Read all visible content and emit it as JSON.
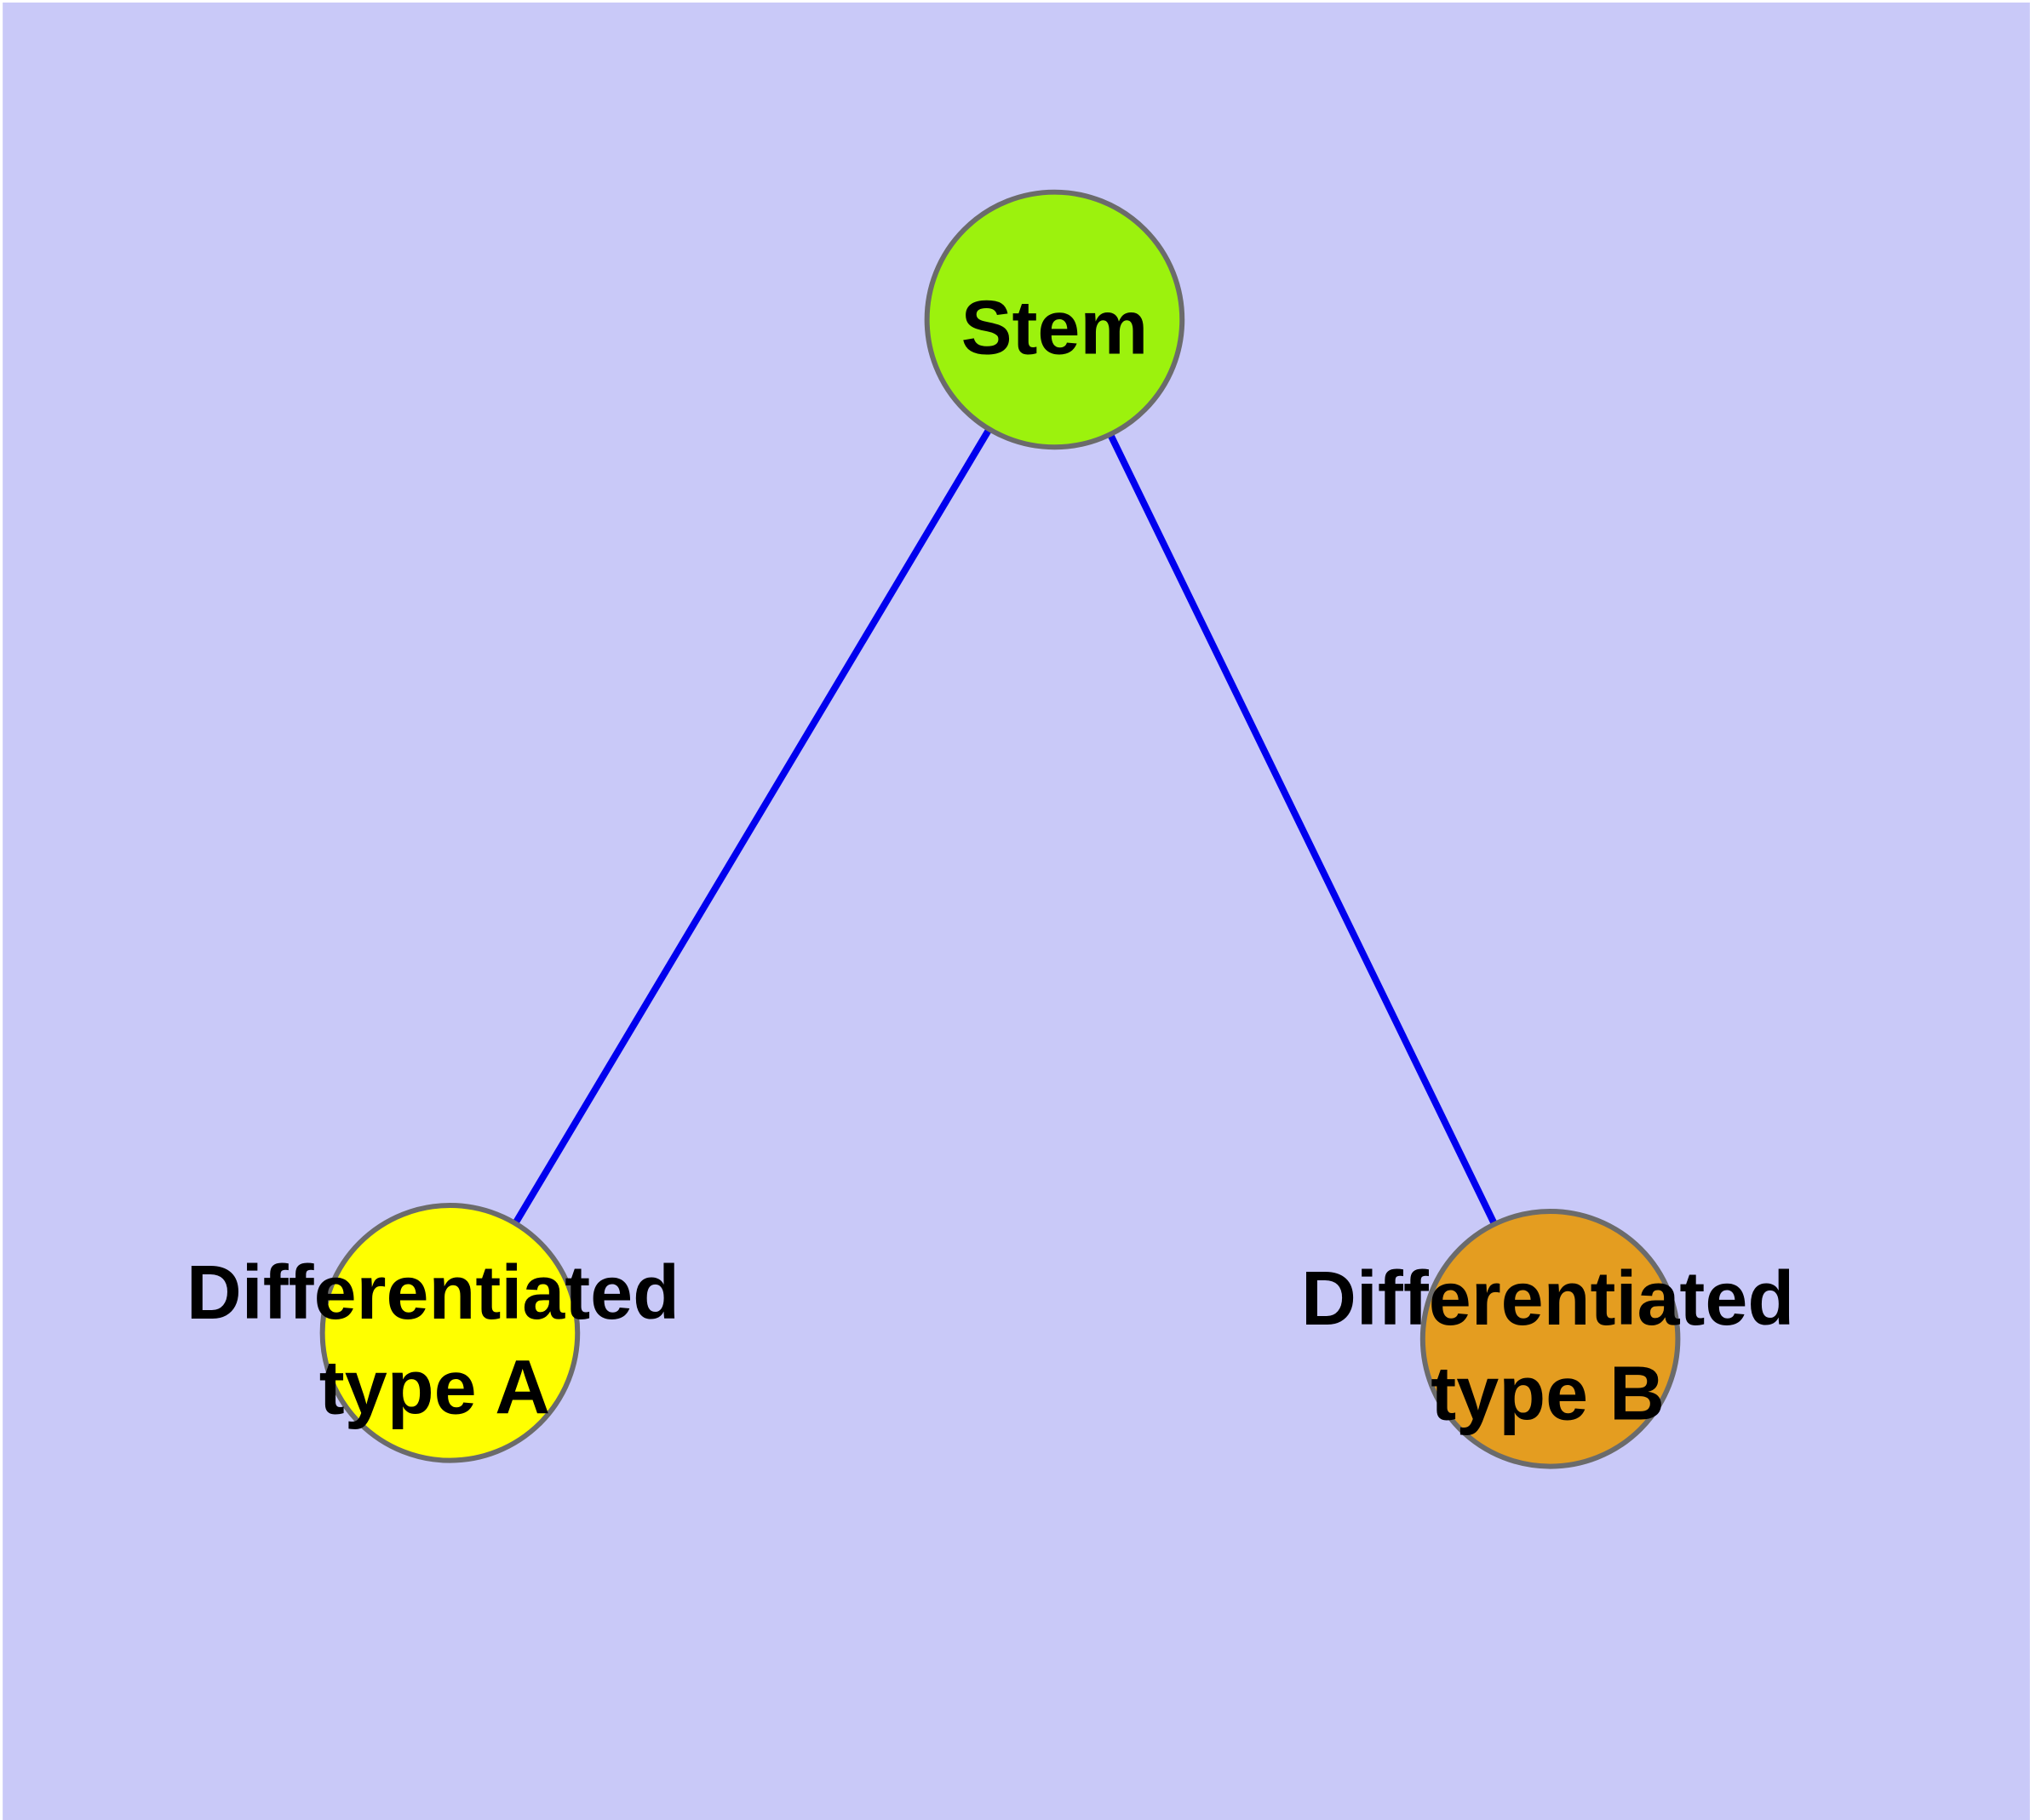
{
  "diagram": {
    "description": "Stem cell differentiation tree diagram",
    "colors": {
      "background": "#C9C9F8",
      "edge": "#0000EE",
      "node_border": "#6B6B6B",
      "label_text": "#000000"
    },
    "nodes": [
      {
        "id": "stem",
        "label": "Stem",
        "fill": "#9CF20D"
      },
      {
        "id": "differentiated-type-a",
        "label_lines": [
          "Differentiated",
          "type A"
        ],
        "fill": "#FFFF00"
      },
      {
        "id": "differentiated-type-b",
        "label_lines": [
          "Differentiated",
          "type B"
        ],
        "fill": "#E49D20"
      }
    ],
    "edges": [
      {
        "from": "Stem",
        "to": "Differentiated type A"
      },
      {
        "from": "Stem",
        "to": "Differentiated type B"
      }
    ]
  }
}
